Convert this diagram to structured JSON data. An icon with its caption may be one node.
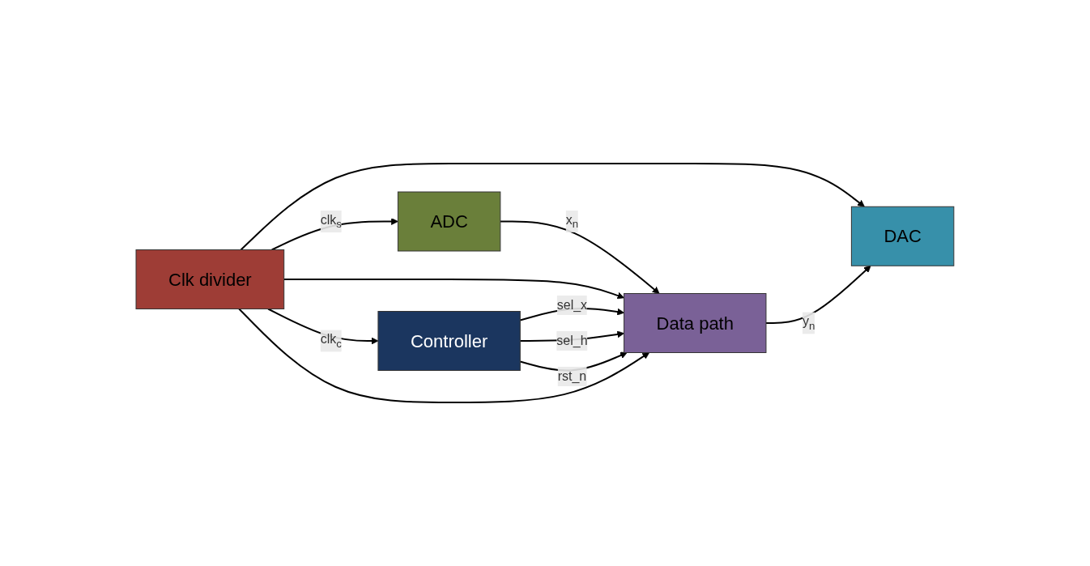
{
  "diagram": {
    "nodes": [
      {
        "text": [
          "ADC"
        ]
      },
      {
        "text": [
          "Data path"
        ]
      },
      {
        "text": [
          "Controller"
        ]
      },
      {
        "text": [
          "Clk divider"
        ]
      },
      {
        "text": [
          "DAC"
        ]
      }
    ],
    "edges": [
      {
        "from": 3,
        "to": 0,
        "arrow": "to",
        "label": "clk$_{s}$"
      },
      {
        "from": 0,
        "to": 1,
        "arrow": "to",
        "label": "x$_{n}$"
      },
      {
        "from": 3,
        "to": 1,
        "arrow": "to"
      },
      {
        "from": 3,
        "to": 4,
        "arrow": "to"
      },
      {
        "from": 1,
        "to": 4,
        "arrow": "to",
        "label": "y$_{n}$"
      },
      {
        "from": 2,
        "to": 1,
        "arrow": "to",
        "label": "sel_x"
      },
      {
        "from": 2,
        "to": 1,
        "arrow": "to",
        "label": "sel_h"
      },
      {
        "from": 2,
        "to": 1,
        "arrow": "to",
        "label": "rst_n"
      },
      {
        "from": 3,
        "to": 1,
        "arrow": "to"
      },
      {
        "from": 3,
        "to": 2,
        "arrow": "to",
        "label": "clk$_{c}$"
      }
    ]
  }
}
